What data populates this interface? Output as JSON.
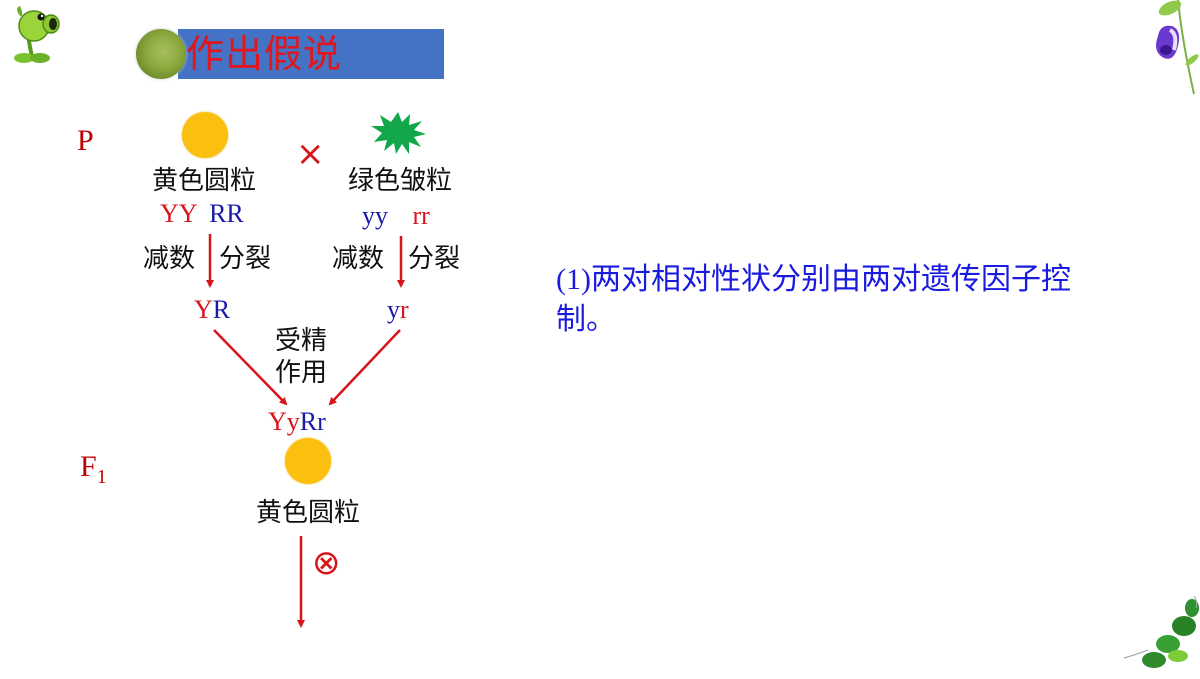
{
  "header": {
    "title": "作出假说",
    "title_color": "#e0171c",
    "bar_color": "#4472c4"
  },
  "decorations": {
    "top_left": "peashooter-plant-icon",
    "top_right": "butterfly-pea-flower-icon",
    "bottom_right": "pea-vine-leaves-icon"
  },
  "diagram": {
    "p_label": "P",
    "cross_symbol": "×",
    "parent_left": {
      "shape": "yellow-round-seed",
      "label": "黄色圆粒",
      "geno_y": "YY",
      "geno_r": "RR",
      "meiosis_left": "减数",
      "meiosis_right": "分裂",
      "gamete_a": "Y",
      "gamete_b": "R"
    },
    "parent_right": {
      "shape": "green-wrinkled-seed",
      "label": "绿色皱粒",
      "geno_y": "yy",
      "geno_r": "rr",
      "meiosis_left": "减数",
      "meiosis_right": "分裂",
      "gamete_a": "y",
      "gamete_b": "r"
    },
    "fertilization_line1": "受精",
    "fertilization_line2": "作用",
    "f1_geno": {
      "p1": "Y",
      "p2": "y",
      "p3": "R",
      "p4": "r"
    },
    "f1_label": "F",
    "f1_sub": "1",
    "f1_phenotype": "黄色圆粒",
    "selfing_symbol": "⊗",
    "colors": {
      "red": "#d7141a",
      "blue": "#1a1aa8",
      "yellow": "#fbbf10",
      "green": "#12a84a"
    }
  },
  "hypothesis": {
    "number": "(1)",
    "text": "两对相对性状分别由两对遗传因子控制。"
  }
}
